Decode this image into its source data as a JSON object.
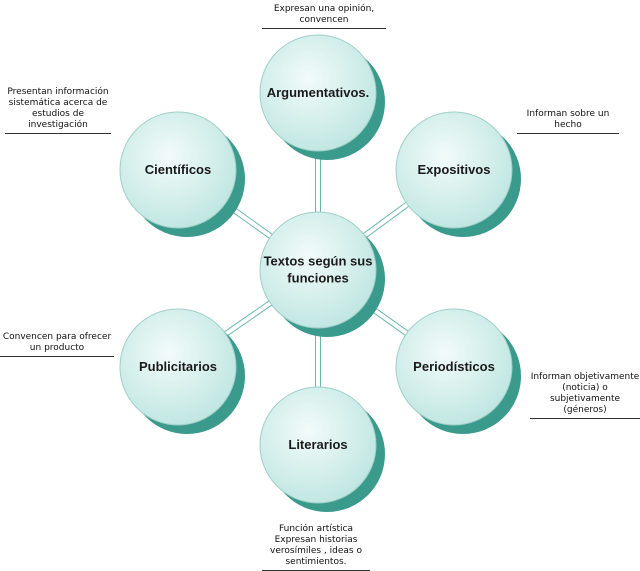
{
  "center": {
    "label_lines": [
      "Textos según sus",
      "funciones"
    ]
  },
  "nodes": [
    {
      "id": "argumentativos",
      "label": "Argumentativos."
    },
    {
      "id": "expositivos",
      "label": "Expositivos"
    },
    {
      "id": "periodisticos",
      "label": "Periodísticos"
    },
    {
      "id": "literarios",
      "label": "Literarios"
    },
    {
      "id": "publicitarios",
      "label": "Publicitarios"
    },
    {
      "id": "cientificos",
      "label": "Científicos"
    }
  ],
  "notes": {
    "argumentativos": "Expresan una opinión,\nconvencen",
    "expositivos": "Informan sobre un\nhecho",
    "periodisticos": "Informan objetivamente\n(noticia) o\nsubjetivamente\n(géneros)",
    "literarios": "Función artística\nExpresan historias\nverosímiles , ideas o\nsentimientos.",
    "publicitarios": "Convencen para ofrecer\nun producto",
    "cientificos": "Presentan información\nsistemática acerca de\nestudios de\ninvestigación"
  },
  "colors": {
    "circle_fill_light": "#f2fbfa",
    "circle_fill_dark": "#bfe6e1",
    "circle_stroke": "#9fcfc8",
    "shadow": "#3a9a8c",
    "connector": "#6bb7ab"
  }
}
